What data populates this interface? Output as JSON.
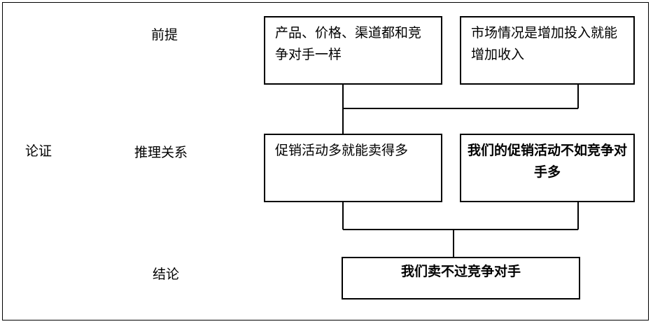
{
  "labels": {
    "argument": "论证",
    "premise": "前提",
    "reasoning": "推理关系",
    "conclusion": "结论"
  },
  "premises": [
    {
      "text": "产品、价格、渠道都和竞争对手一样"
    },
    {
      "text": "市场情况是增加投入就能增加收入"
    }
  ],
  "reasoning": [
    {
      "text": "促销活动多就能卖得多"
    },
    {
      "text": "我们的促销活动不如竞争对手多"
    }
  ],
  "conclusion": {
    "text": "我们卖不过竞争对手"
  }
}
